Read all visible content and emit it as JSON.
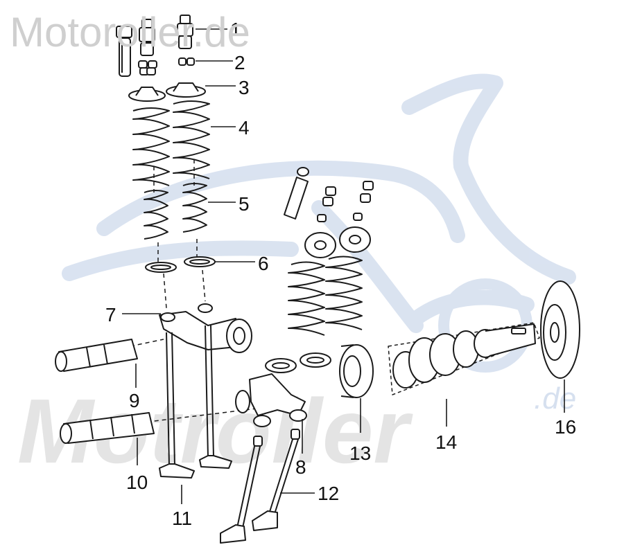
{
  "watermark": {
    "site_text": "Motoroller.de",
    "logo_text": "Motroller",
    "logo_suffix": ".de",
    "logo_color": "#d6e0ef",
    "logo_text_color": "#e2e2e2"
  },
  "diagram": {
    "line_color": "#1a1a1a",
    "callouts": [
      "1",
      "2",
      "3",
      "4",
      "5",
      "6",
      "7",
      "8",
      "9",
      "10",
      "11",
      "12",
      "13",
      "14",
      "16"
    ]
  }
}
